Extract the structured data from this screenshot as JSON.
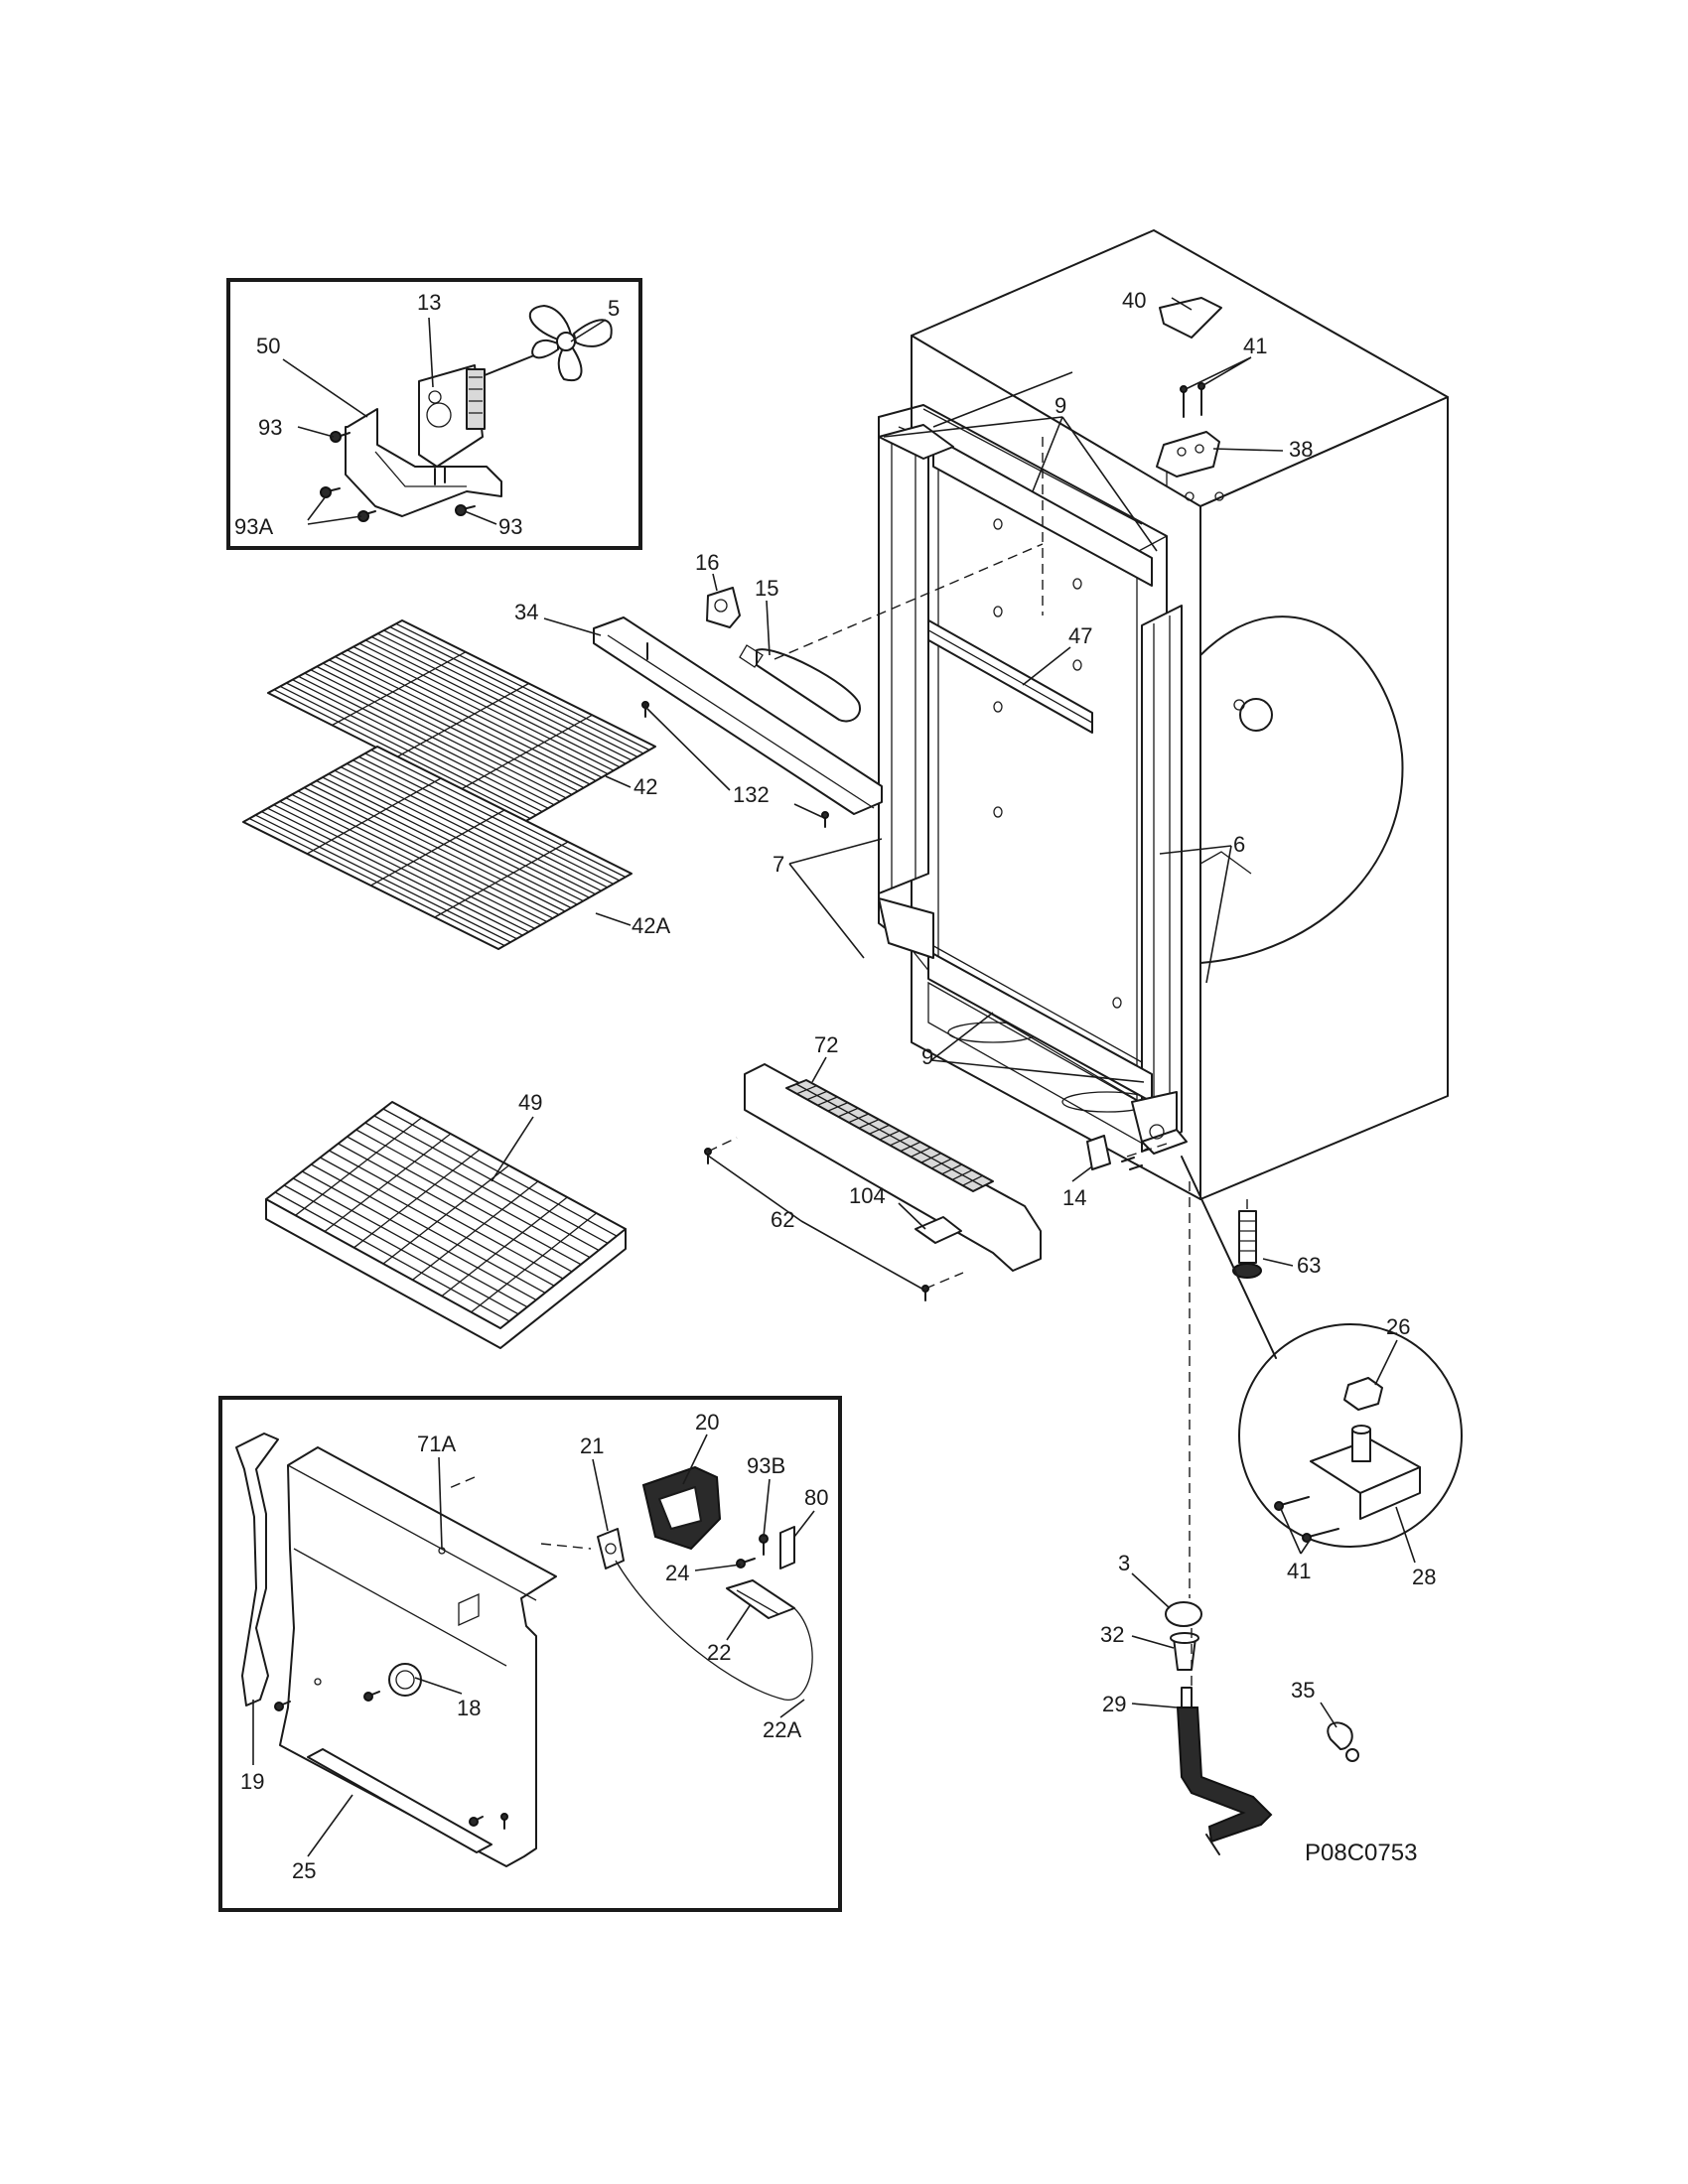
{
  "diagram_code": "P08C0753",
  "callouts": {
    "c13": "13",
    "c5": "5",
    "c50": "50",
    "c93a": "93",
    "c93A": "93A",
    "c93b": "93",
    "c16": "16",
    "c15": "15",
    "c34": "34",
    "c132": "132",
    "c42": "42",
    "c42A": "42A",
    "c40": "40",
    "c41a": "41",
    "c38": "38",
    "c9a": "9",
    "c47": "47",
    "c7": "7",
    "c6": "6",
    "c72": "72",
    "c9b": "9",
    "c49": "49",
    "c62": "62",
    "c104": "104",
    "c14": "14",
    "c63": "63",
    "c26": "26",
    "c28": "28",
    "c41b": "41",
    "c3": "3",
    "c32": "32",
    "c29": "29",
    "c35": "35",
    "c71A": "71A",
    "c21": "21",
    "c20": "20",
    "c93B": "93B",
    "c80": "80",
    "c24": "24",
    "c22": "22",
    "c22A": "22A",
    "c18": "18",
    "c19": "19",
    "c25": "25"
  }
}
